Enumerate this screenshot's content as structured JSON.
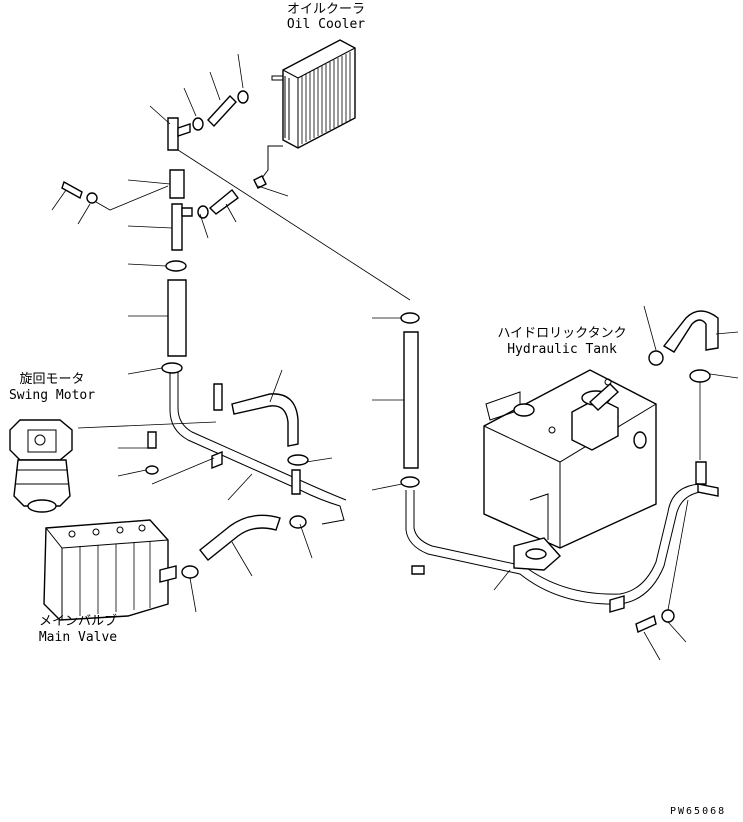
{
  "labels": {
    "oil_cooler_jp": "オイルクーラ",
    "oil_cooler_en": "Oil Cooler",
    "hydraulic_tank_jp": "ハイドロリックタンク",
    "hydraulic_tank_en": "Hydraulic Tank",
    "swing_motor_jp": "旋回モータ",
    "swing_motor_en": "Swing Motor",
    "main_valve_jp": "メインバルブ",
    "main_valve_en": "Main Valve"
  },
  "drawing_code": "PW65068"
}
